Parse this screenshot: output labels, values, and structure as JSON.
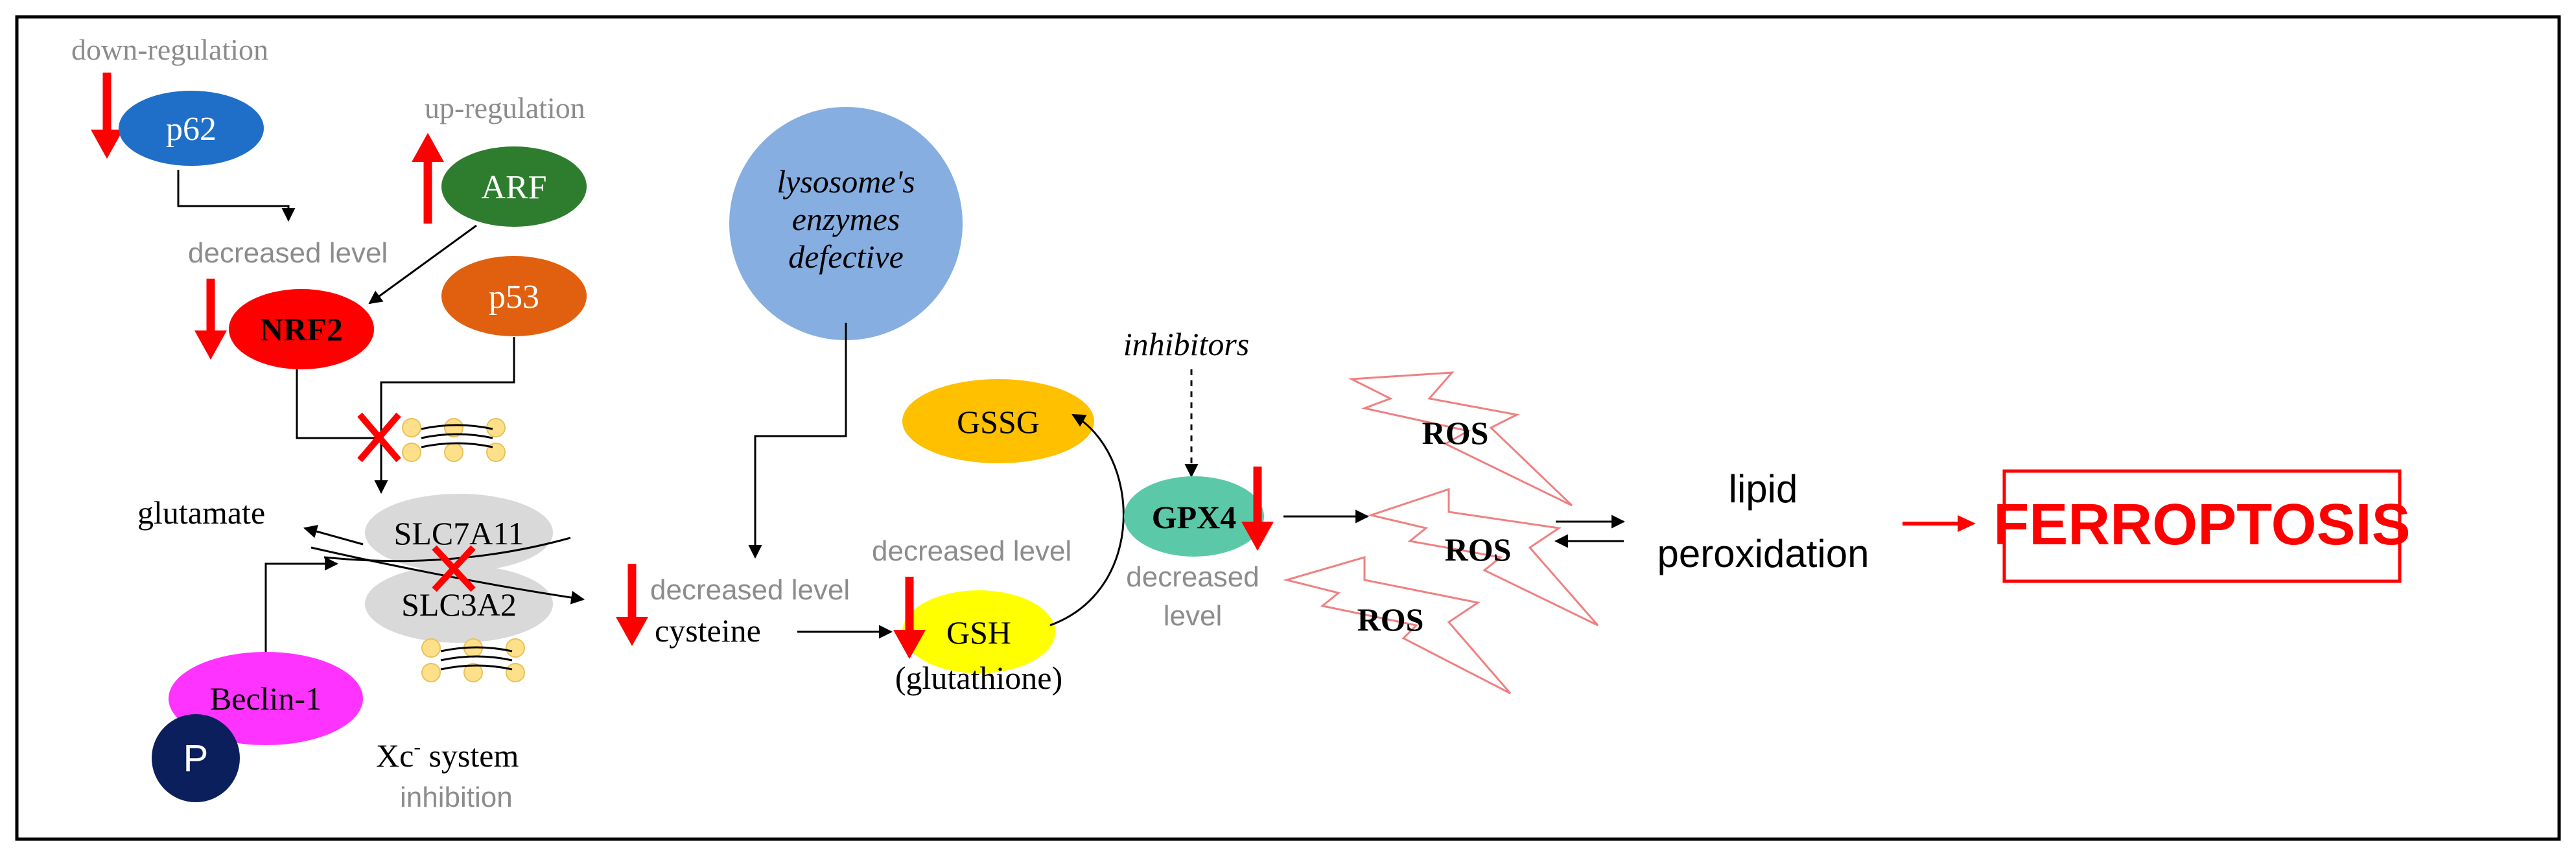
{
  "labels": {
    "down_regulation": "down-regulation",
    "up_regulation": "up-regulation",
    "decreased_level_nrf2": "decreased level",
    "glutamate": "glutamate",
    "xc_system": "Xc",
    "xc_superscript": "-",
    "xc_system_suffix": " system",
    "inhibition": "inhibition",
    "decreased_level_cysteine": "decreased level",
    "cysteine": "cysteine",
    "decreased_level_gsh": "decreased level",
    "glutathione": "(glutathione)",
    "inhibitors": "inhibitors",
    "decreased_gpx4_line1": "decreased",
    "decreased_gpx4_line2": "level",
    "lipid_line1": "lipid",
    "lipid_line2": "peroxidation",
    "ferroptosis": "FERROPTOSIS"
  },
  "nodes": {
    "p62": "p62",
    "arf": "ARF",
    "nrf2": "NRF2",
    "p53": "p53",
    "slc7a11": "SLC7A11",
    "slc3a2": "SLC3A2",
    "beclin": "Beclin-1",
    "phospho": "P",
    "lysosome_line1": "lysosome's",
    "lysosome_line2": "enzymes",
    "lysosome_line3": "defective",
    "gssg": "GSSG",
    "gsh": "GSH",
    "gpx4": "GPX4",
    "ros1": "ROS",
    "ros2": "ROS",
    "ros3": "ROS"
  },
  "colors": {
    "p62": "#1f6fc9",
    "arf": "#2e7d2e",
    "nrf2": "#ff0000",
    "p53": "#e06010",
    "slc": "#d9d9d9",
    "beclin": "#ff33ff",
    "phospho": "#0a1f5c",
    "lysosome": "#86aee0",
    "gssg": "#ffc000",
    "gsh": "#ffff00",
    "gpx4": "#5bc9a8",
    "ros_outline": "#f08080",
    "red": "#ff0000",
    "gray_text": "#8c8c8c",
    "lipid_head": "#ffe08a"
  }
}
